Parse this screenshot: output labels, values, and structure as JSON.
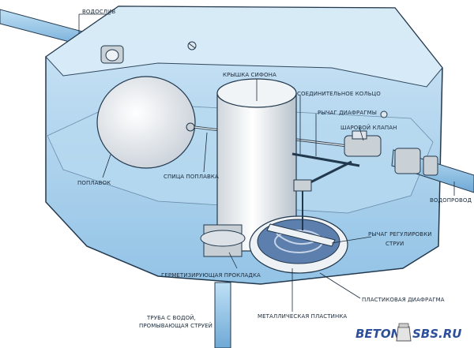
{
  "labels": {
    "overflow": "ВОДОСЛИВ",
    "siphon_cap": "КРЫШКА СИФОНА",
    "coupling_ring": "СОЕДИНИТЕЛЬНОЕ КОЛЬЦО",
    "diaphragm_lever": "РЫЧАГ ДИАФРАГМЫ",
    "ball_valve": "ШАРОВОЙ КЛАПАН",
    "float": "ПОПЛАВОК",
    "float_spoke": "СПИЦА ПОПЛАВКА",
    "water_supply": "ВОДОПРОВОД",
    "jet_lever_line1": "РЫЧАГ РЕГУЛИРОВКИ",
    "jet_lever_line2": "СТРУИ",
    "sealing_gasket": "ГЕРМЕТИЗИРУЮЩАЯ ПРОКЛАДКА",
    "plastic_diaphragm": "ПЛАСТИКОВАЯ ДИАФРАГМА",
    "metal_plate": "МЕТАЛЛИЧЕСКАЯ ПЛАСТИНКА",
    "flush_pipe_line1": "ТРУБА С ВОДОЙ,",
    "flush_pipe_line2": "ПРОМЫВАЮЩАЯ СТРУЕЙ"
  },
  "watermark": {
    "left": "BETON",
    "right": "SBS.RU"
  },
  "colors": {
    "tank_water": "#a9d2ee",
    "tank_light": "#d9ecf8",
    "outline": "#22384d",
    "brand": "#2e4f99"
  }
}
